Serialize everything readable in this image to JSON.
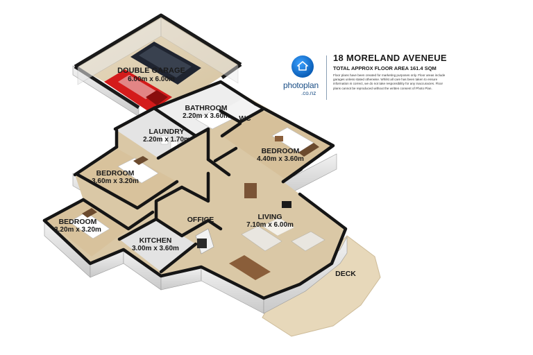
{
  "header": {
    "address": "18 MORELAND AVENEUE",
    "floor_area": "TOTAL APPROX FLOOR AREA 161.4 SQM",
    "disclaimer": "Floor plans have been created for marketing purposes only. Floor areas include garages unless stated otherwise. Whilst all care has been taken to ensure information is correct, we do not take responsibility for any inaccuracies. Floor plans cannot be reproduced without the written consent of Photo Plan.",
    "logo_text": "photoplan",
    "logo_sub": ".co.nz"
  },
  "rooms": {
    "garage": {
      "name": "DOUBLE GARAGE",
      "size": "6.00m x 6.00m"
    },
    "bathroom": {
      "name": "BATHROOM",
      "size": "2.20m x 3.60m"
    },
    "wc": {
      "name": "WC"
    },
    "laundry": {
      "name": "LAUNDRY",
      "size": "2.20m x 1.70m"
    },
    "bedroom_right": {
      "name": "BEDROOM",
      "size": "4.40m x 3.60m"
    },
    "bedroom_mid": {
      "name": "BEDROOM",
      "size": "3.60m x 3.20m"
    },
    "bedroom_left": {
      "name": "BEDROOM",
      "size": "3.20m x 3.20m"
    },
    "office": {
      "name": "OFFICE"
    },
    "kitchen": {
      "name": "KITCHEN",
      "size": "3.00m x 3.60m"
    },
    "living": {
      "name": "LIVING",
      "size": "7.10m x 6.00m"
    },
    "deck": {
      "name": "DECK"
    }
  },
  "colors": {
    "floor": "#d9c6a4",
    "wall_top": "#1a1a1a",
    "wall_face": "#e8e8e8",
    "deck": "#e6d6b8",
    "car_red": "#d41b1b",
    "car_dark": "#1f2430",
    "logo_blue": "#0b5fb8"
  }
}
